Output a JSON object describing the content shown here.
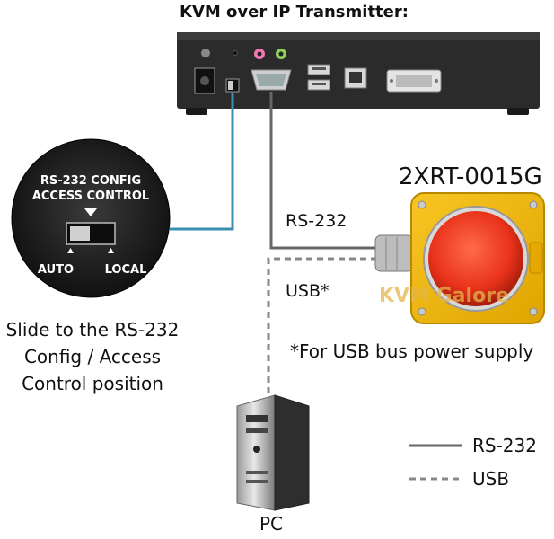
{
  "title": "KVM over IP Transmitter:",
  "device_label": "2XRT-0015G",
  "switch": {
    "label_line1": "RS-232 CONFIG",
    "label_line2": "ACCESS CONTROL",
    "left_label": "AUTO",
    "right_label": "LOCAL"
  },
  "instruction": {
    "line1": "Slide to the RS-232",
    "line2": "Config / Access",
    "line3": "Control position"
  },
  "cable_labels": {
    "rs232": "RS-232",
    "usb": "USB*"
  },
  "footnote": "*For USB bus power supply",
  "pc_label": "PC",
  "watermark": "KVM Galore",
  "legend": {
    "items": [
      {
        "label": "RS-232",
        "style": "solid"
      },
      {
        "label": "USB",
        "style": "dashed"
      }
    ]
  },
  "colors": {
    "rs232_line": "#666666",
    "usb_line": "#888888",
    "switch_link": "#3a8fb0",
    "device_housing": "#f2b705",
    "button": "#e8321a",
    "transmitter": "#2b2b2b"
  }
}
